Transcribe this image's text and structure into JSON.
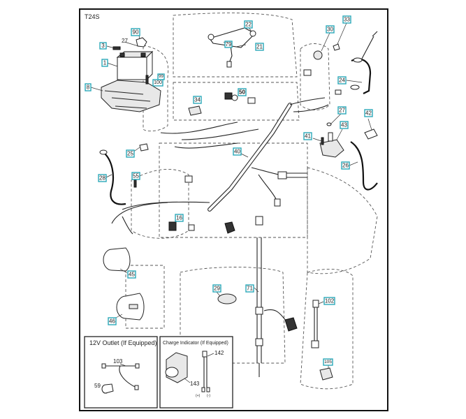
{
  "diagram": {
    "model_code": "T24S",
    "colors": {
      "badge_border": "#2aa8b8",
      "line": "#222222",
      "frame": "#111111"
    },
    "callouts": [
      {
        "id": "c1",
        "label": "1",
        "part": "battery"
      },
      {
        "id": "c3",
        "label": "3",
        "part": "battery-bolt"
      },
      {
        "id": "c8",
        "label": "8",
        "part": "battery-tray"
      },
      {
        "id": "c90",
        "label": "90",
        "part": "terminal-cover"
      },
      {
        "id": "c99",
        "label": "99",
        "part": "bolt"
      },
      {
        "id": "c100",
        "label": "100",
        "part": "nut"
      },
      {
        "id": "c22",
        "label": "22",
        "part": "headlight-harness"
      },
      {
        "id": "c79",
        "label": "79",
        "part": "headlight-connector"
      },
      {
        "id": "c21",
        "label": "21",
        "part": "headlight-bulb"
      },
      {
        "id": "c30",
        "label": "30",
        "part": "ignition-switch"
      },
      {
        "id": "c33",
        "label": "33",
        "part": "switch-connector"
      },
      {
        "id": "c24",
        "label": "24",
        "part": "battery-cable"
      },
      {
        "id": "c34",
        "label": "34",
        "part": "relay"
      },
      {
        "id": "c50",
        "label": "50",
        "part": "switch-lamp"
      },
      {
        "id": "c27b",
        "label": "27",
        "part": "nut"
      },
      {
        "id": "c42",
        "label": "42",
        "part": "terminal-boot"
      },
      {
        "id": "c43",
        "label": "43",
        "part": "solenoid"
      },
      {
        "id": "c41",
        "label": "41",
        "part": "screw"
      },
      {
        "id": "c26",
        "label": "26",
        "part": "ground-cable"
      },
      {
        "id": "c40",
        "label": "40",
        "part": "main-harness"
      },
      {
        "id": "c25",
        "label": "25",
        "part": "terminal-cover"
      },
      {
        "id": "c28",
        "label": "28",
        "part": "ground-cable"
      },
      {
        "id": "c55",
        "label": "55",
        "part": "screw"
      },
      {
        "id": "c16",
        "label": "16",
        "part": "seat-switch"
      },
      {
        "id": "c45",
        "label": "45",
        "part": "fuel-gauge"
      },
      {
        "id": "c46",
        "label": "46",
        "part": "hour-meter"
      },
      {
        "id": "c29",
        "label": "29",
        "part": "pto-switch"
      },
      {
        "id": "c71",
        "label": "71",
        "part": "rear-harness"
      },
      {
        "id": "c102",
        "label": "102",
        "part": "interlock-switch"
      },
      {
        "id": "c105",
        "label": "105",
        "part": "clutch-switch"
      }
    ],
    "plain_labels": [
      {
        "id": "p27",
        "label": "27"
      }
    ],
    "insets": [
      {
        "title": "12V Outlet (If Equipped)",
        "labels": [
          "103",
          "59"
        ]
      },
      {
        "title": "Charge Indicator (If Equipped)",
        "labels": [
          "142",
          "143"
        ],
        "terminals": [
          "(+)",
          "(-)"
        ]
      }
    ]
  }
}
